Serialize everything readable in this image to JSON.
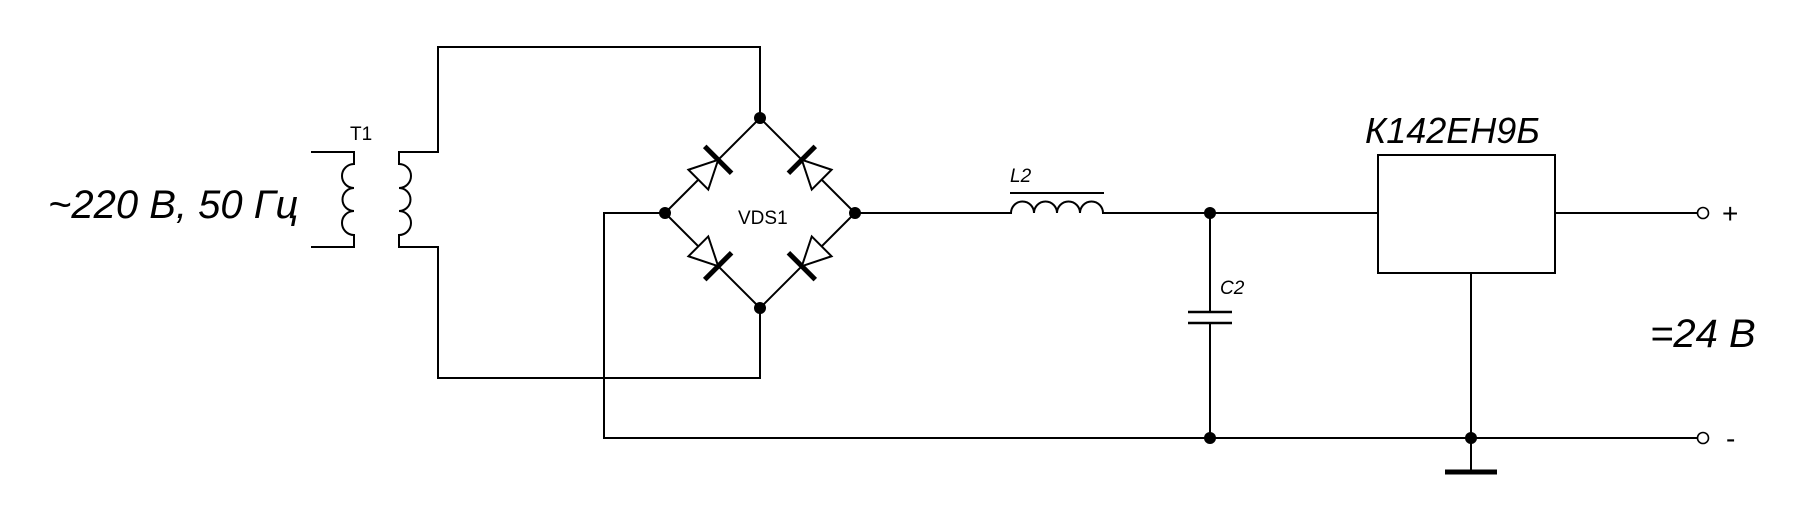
{
  "source": {
    "label": "~220 В, 50 Гц"
  },
  "transformer": {
    "ref": "T1"
  },
  "bridge": {
    "ref": "VDS1"
  },
  "inductor": {
    "ref": "L2"
  },
  "capacitor": {
    "ref": "C2"
  },
  "regulator": {
    "part": "К142ЕН9Б"
  },
  "output": {
    "voltage": "=24 В",
    "plus": "+",
    "minus": "-"
  },
  "colors": {
    "ink": "#000000",
    "background": "#ffffff"
  }
}
